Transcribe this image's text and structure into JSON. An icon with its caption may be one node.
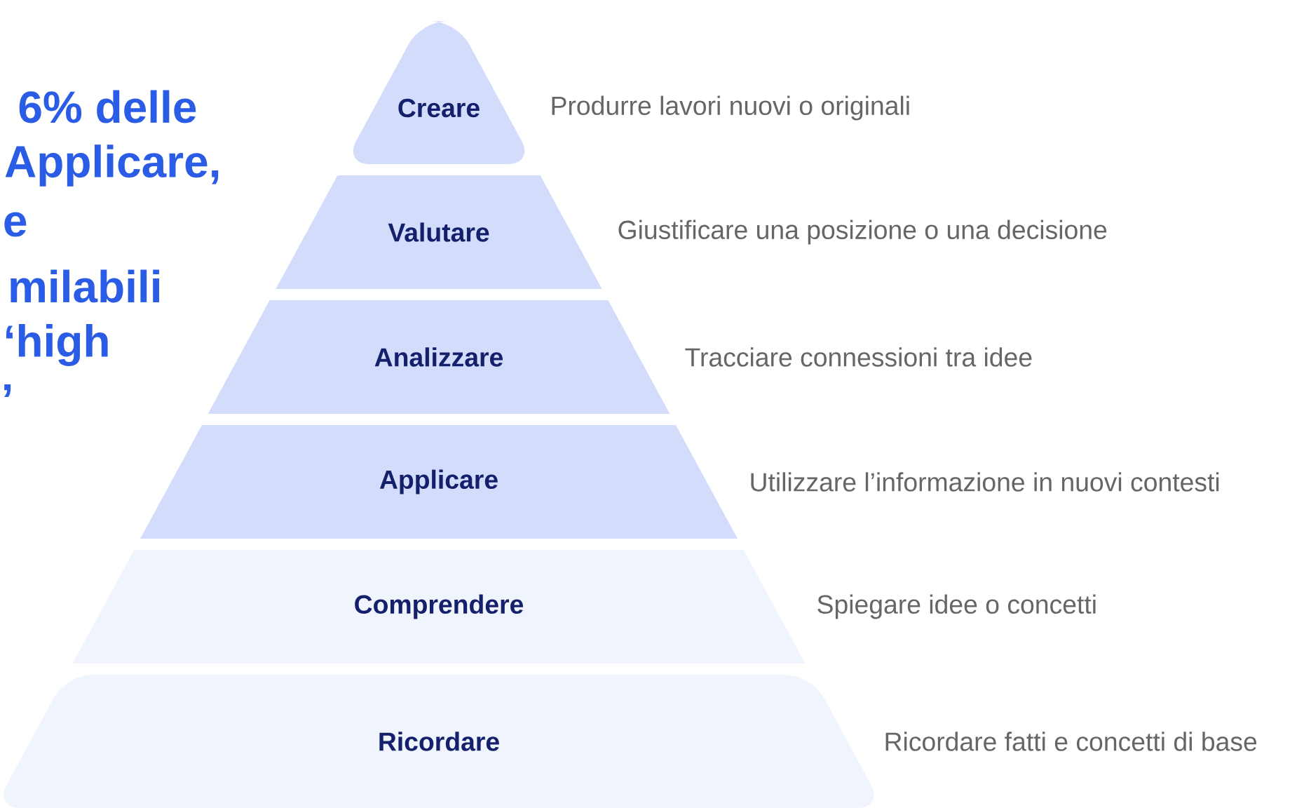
{
  "diagram": {
    "nodes": [
      {
        "text": [
          "Creare"
        ],
        "beside": [
          "Produrre lavori nuovi o originali"
        ]
      },
      {
        "text": [
          "Valutare"
        ],
        "beside": [
          "Giustificare una posizione o una decisione"
        ]
      },
      {
        "text": [
          "Analizzare"
        ],
        "beside": [
          "Tracciare connessioni tra idee"
        ]
      },
      {
        "text": [
          "Applicare"
        ],
        "beside": [
          "Utilizzare l’informazione in nuovi contesti"
        ]
      },
      {
        "text": [
          "Comprendere"
        ],
        "beside": [
          "Spiegare idee o concetti"
        ]
      },
      {
        "text": [
          "Ricordare"
        ],
        "beside": [
          "Ricordare fatti e concetti di base"
        ]
      }
    ],
    "labels": [
      "6% delle",
      "Applicare,",
      "e",
      "milabili",
      "‘high",
      "’"
    ]
  }
}
